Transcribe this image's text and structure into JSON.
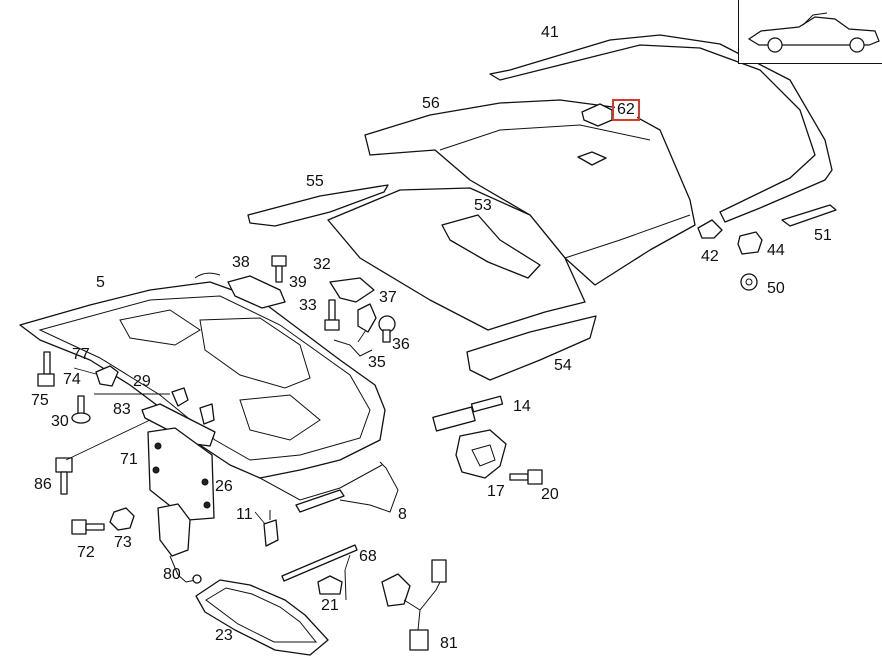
{
  "diagram": {
    "highlighted_callout": "62",
    "callouts": [
      {
        "id": "c41",
        "text": "41"
      },
      {
        "id": "c56",
        "text": "56"
      },
      {
        "id": "c62",
        "text": "62"
      },
      {
        "id": "c55",
        "text": "55"
      },
      {
        "id": "c53",
        "text": "53"
      },
      {
        "id": "c51",
        "text": "51"
      },
      {
        "id": "c44",
        "text": "44"
      },
      {
        "id": "c42",
        "text": "42"
      },
      {
        "id": "c50",
        "text": "50"
      },
      {
        "id": "c5",
        "text": "5"
      },
      {
        "id": "c38",
        "text": "38"
      },
      {
        "id": "c39",
        "text": "39"
      },
      {
        "id": "c32",
        "text": "32"
      },
      {
        "id": "c33",
        "text": "33"
      },
      {
        "id": "c37",
        "text": "37"
      },
      {
        "id": "c36",
        "text": "36"
      },
      {
        "id": "c35",
        "text": "35"
      },
      {
        "id": "c54",
        "text": "54"
      },
      {
        "id": "c77",
        "text": "77"
      },
      {
        "id": "c74",
        "text": "74"
      },
      {
        "id": "c75",
        "text": "75"
      },
      {
        "id": "c29",
        "text": "29"
      },
      {
        "id": "c83",
        "text": "83"
      },
      {
        "id": "c30",
        "text": "30"
      },
      {
        "id": "c14",
        "text": "14"
      },
      {
        "id": "c71",
        "text": "71"
      },
      {
        "id": "c86",
        "text": "86"
      },
      {
        "id": "c26",
        "text": "26"
      },
      {
        "id": "c17",
        "text": "17"
      },
      {
        "id": "c20",
        "text": "20"
      },
      {
        "id": "c11",
        "text": "11"
      },
      {
        "id": "c8",
        "text": "8"
      },
      {
        "id": "c72",
        "text": "72"
      },
      {
        "id": "c73",
        "text": "73"
      },
      {
        "id": "c68",
        "text": "68"
      },
      {
        "id": "c80",
        "text": "80"
      },
      {
        "id": "c21",
        "text": "21"
      },
      {
        "id": "c23",
        "text": "23"
      },
      {
        "id": "c81",
        "text": "81"
      }
    ]
  }
}
